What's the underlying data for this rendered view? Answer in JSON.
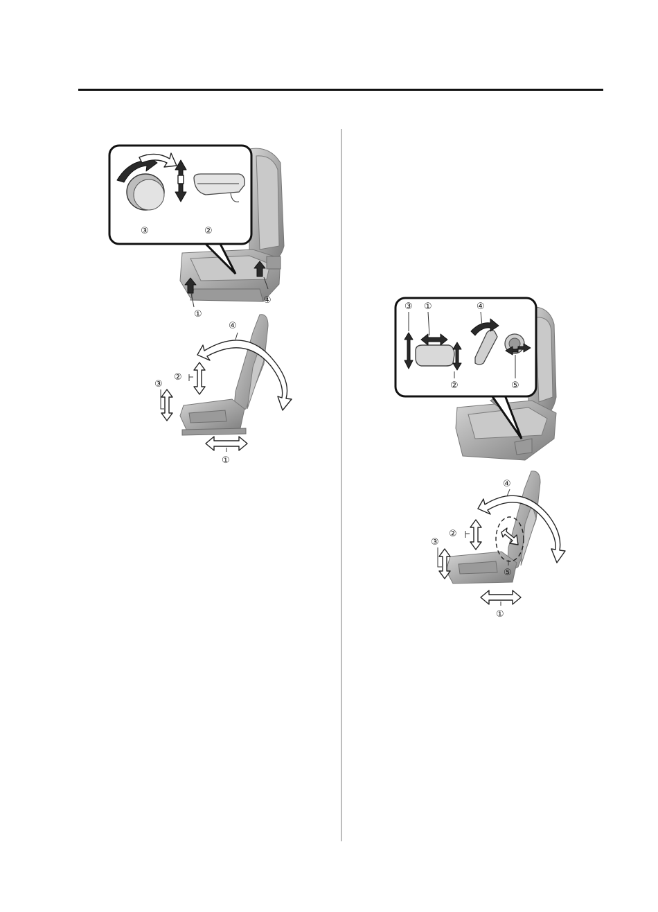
{
  "manual_page": {
    "left_figure": {
      "callout_labels": {
        "recline_dial": "③",
        "lift_lever": "②"
      },
      "photo_labels": {
        "slide_bar": "①",
        "recline_lever": "④"
      },
      "diagram_labels": {
        "slide": "①",
        "cushion_height": "②",
        "cushion_tilt": "③",
        "recline": "④"
      }
    },
    "right_figure": {
      "callout_labels": {
        "tilt": "③",
        "slide": "①",
        "recline": "④",
        "lift": "②",
        "lumbar": "⑤"
      },
      "diagram_labels": {
        "slide": "①",
        "lift": "②",
        "tilt": "③",
        "recline": "④",
        "lumbar": "⑤"
      }
    }
  }
}
